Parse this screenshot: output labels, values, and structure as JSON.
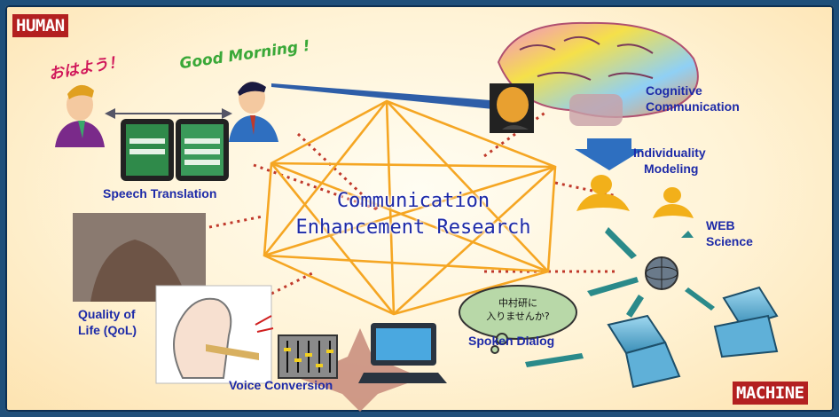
{
  "corner_labels": {
    "human": "HUMAN",
    "machine": "MACHINE"
  },
  "greetings": {
    "japanese": "おはよう！",
    "english": "Good Morning !"
  },
  "center_title": {
    "line1": "Communication",
    "line2": "Enhancement Research"
  },
  "captions": {
    "speech_translation": "Speech Translation",
    "cognitive": [
      "Cognitive",
      "Communication"
    ],
    "individuality": [
      "Individuality",
      "Modeling"
    ],
    "web": [
      "WEB",
      "Science"
    ],
    "qol": [
      "Quality of",
      "Life (QoL)"
    ],
    "voice_conversion": "Voice Conversion",
    "spoken_dialog": "Spoken Dialog"
  },
  "speech_bubble": [
    "中村研に",
    "入りませんか?"
  ],
  "colors": {
    "accent_orange": "#f5a623",
    "title_blue": "#1d2aa8",
    "tag_red": "#b32020",
    "frame_navy": "#1f4f7a"
  }
}
